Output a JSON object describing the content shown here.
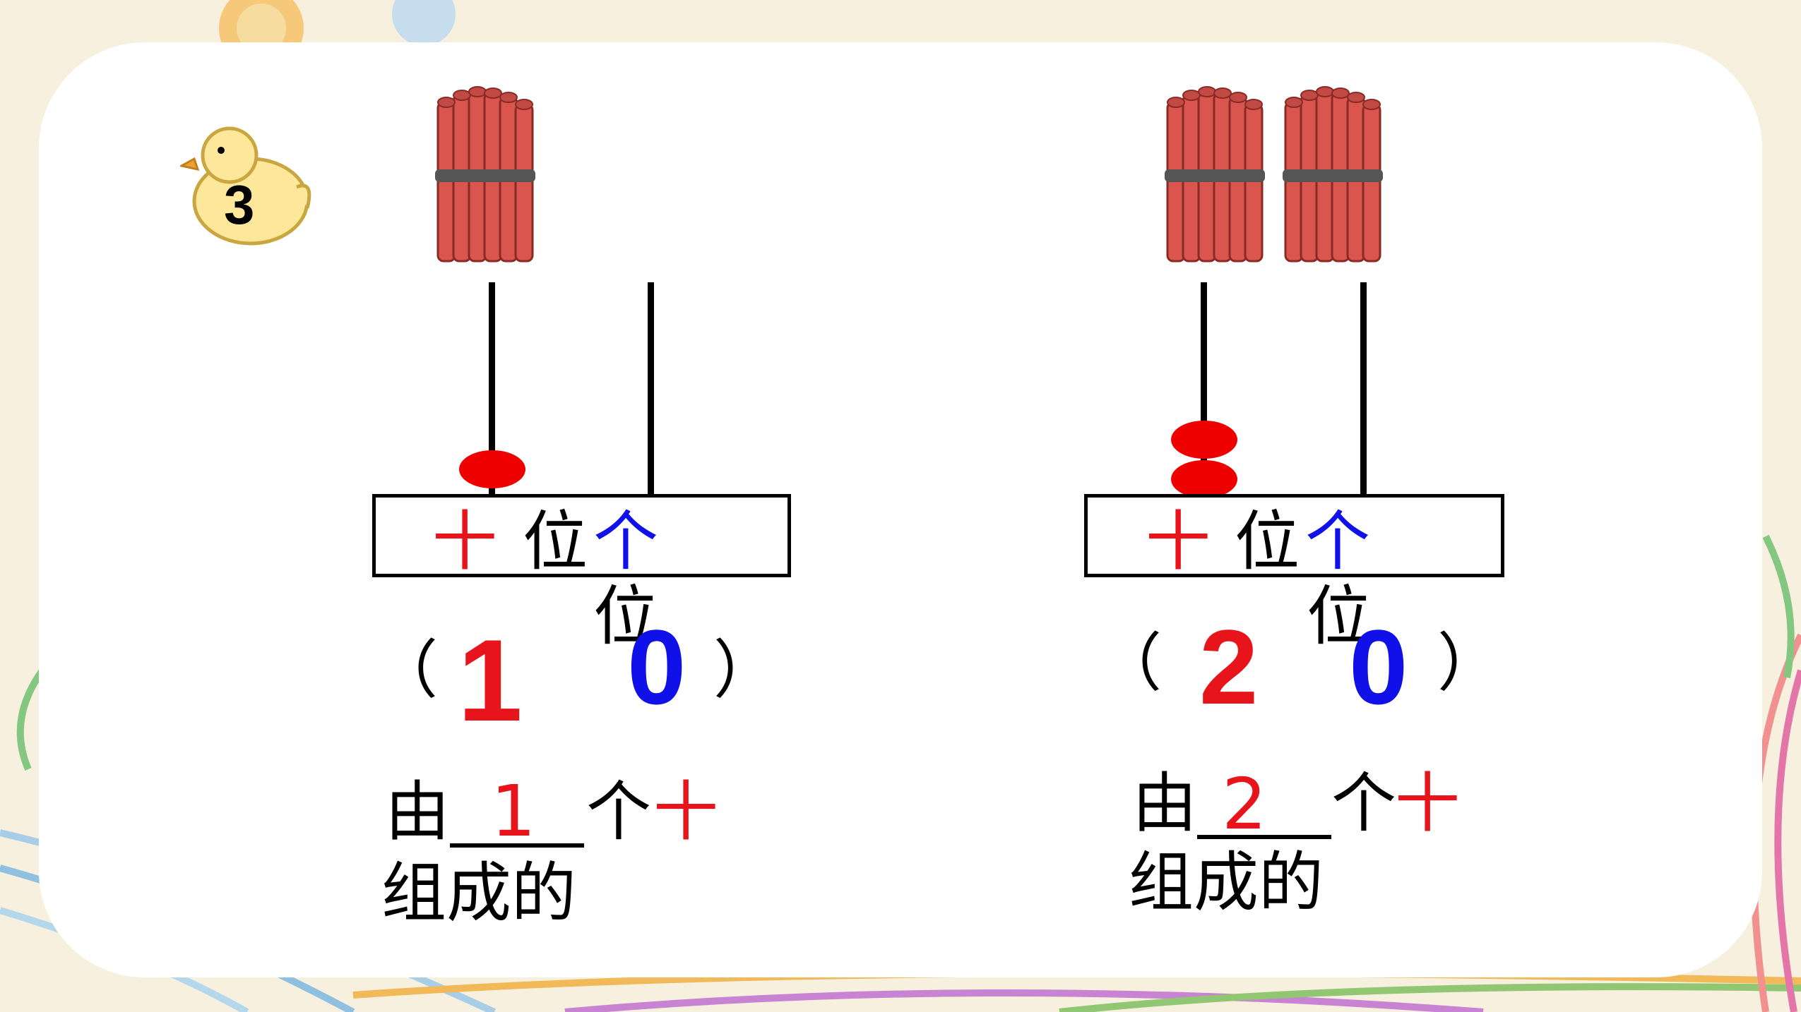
{
  "badge": {
    "number": "3",
    "icon": "duck-icon"
  },
  "panels": [
    {
      "bundles": 1,
      "tens_label": "十",
      "wei_label": "位",
      "ones_label": "个",
      "ones_wei": "位",
      "tens_digit": "1",
      "ones_digit": "0",
      "open_paren": "（",
      "close_paren": "）",
      "sentence_you": "由",
      "answer": "1",
      "sentence_ge": "个",
      "sentence_shi": "十",
      "sentence_end": "组成的"
    },
    {
      "bundles": 2,
      "tens_label": "十",
      "wei_label": "位",
      "ones_label": "个",
      "ones_wei": "位",
      "tens_digit": "2",
      "ones_digit": "0",
      "open_paren": "（",
      "close_paren": "）",
      "sentence_you": "由",
      "answer": "2",
      "sentence_ge": "个",
      "sentence_shi": "十",
      "sentence_end": "组成的"
    }
  ],
  "colors": {
    "tens": "#e8141c",
    "ones": "#1010e8",
    "bead": "#ee0000",
    "bundle": "#d9554e"
  }
}
